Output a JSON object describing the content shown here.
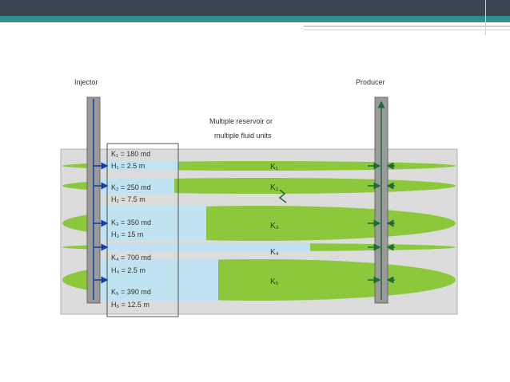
{
  "labels": {
    "injector": "Injector",
    "producer": "Producer",
    "note_line1": "Multiple reservoir or",
    "note_line2": "multiple fluid units"
  },
  "layers": [
    {
      "k": "K₁ = 180 md",
      "h": "H₁ = 2.5 m",
      "unit": "K₁"
    },
    {
      "k": "K₂ = 250 md",
      "h": "H₂ = 7.5 m",
      "unit": "K₂"
    },
    {
      "k": "K₃ = 350 md",
      "h": "H₃ = 15 m",
      "unit": "K₃"
    },
    {
      "k": "K₄ = 700 md",
      "h": "H₄ = 2.5 m",
      "unit": "K₄"
    },
    {
      "k": "K₅ = 390 md",
      "h": "H₅ = 12.5 m",
      "unit": "K₅"
    }
  ],
  "colors": {
    "rock": "#dcdcdc",
    "reservoir_green": "#8cc83c",
    "water_blue": "#bfe3f1",
    "well_gray": "#9a9a9a",
    "flow_blue": "#1a3b9c",
    "flow_green": "#1f6b3b",
    "banner_dark": "#3b4453",
    "banner_teal": "#2e8f8c"
  }
}
